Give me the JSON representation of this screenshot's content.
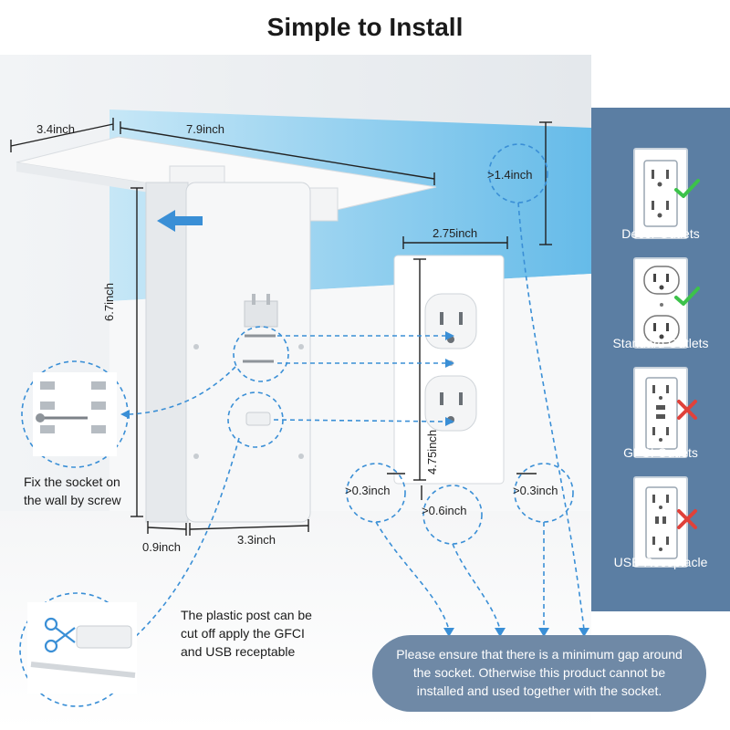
{
  "title": "Simple to Install",
  "dimensions": {
    "shelf_depth": "3.4inch",
    "shelf_width": "7.9inch",
    "body_height": "6.7inch",
    "bottom_depth": "0.9inch",
    "bottom_width": "3.3inch",
    "plate_width": "2.75inch",
    "plate_height": "4.75inch",
    "gap_top": ">1.4inch",
    "gap_left": ">0.3inch",
    "gap_bottom": ">0.6inch",
    "gap_right": ">0.3inch"
  },
  "captions": {
    "screw": "Fix the socket on the wall by screw",
    "post": "The plastic post can be cut off apply the GFCI and USB receptable"
  },
  "outlet_types": [
    {
      "label": "Decor Outlets",
      "compatible": true
    },
    {
      "label": "Standard Outlets",
      "compatible": true
    },
    {
      "label": "GFCI Outlets",
      "compatible": false
    },
    {
      "label": "USB Receptacle",
      "compatible": false
    }
  ],
  "notice": "Please ensure that there is a minimum gap around the socket. Otherwise this product cannot be installed and used together with the socket.",
  "colors": {
    "panel": "#5b7ea3",
    "notice_box": "#6f89a6",
    "check": "#3cc24a",
    "cross": "#e0413a",
    "wall_blue": "#4fb3e8",
    "dash": "#3a8fd6"
  },
  "icons": {
    "check": "check-icon",
    "cross": "cross-icon",
    "scissors": "scissors-icon"
  }
}
